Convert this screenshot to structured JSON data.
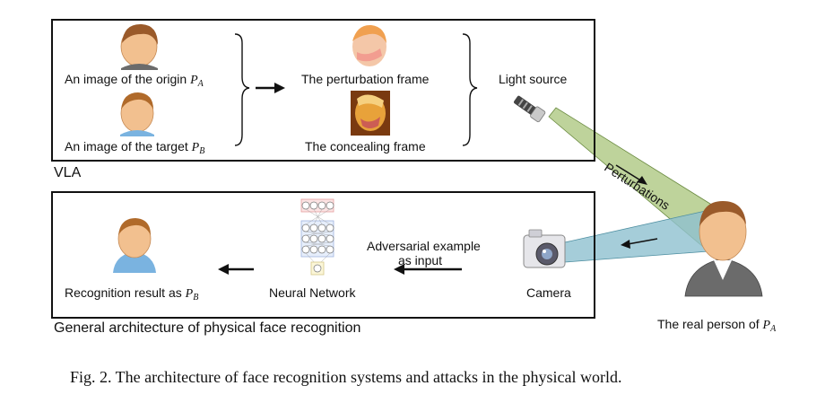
{
  "vla": {
    "box_label": "VLA",
    "origin_text": "An image of the origin",
    "origin_var": "P",
    "origin_sub": "A",
    "target_text": "An image of the target",
    "target_var": "P",
    "target_sub": "B",
    "perturbation_label": "The perturbation frame",
    "concealing_label": "The concealing frame",
    "light_source_label": "Light source"
  },
  "middle": {
    "perturbations_label": "Perturbations",
    "real_person_text": "The real person of",
    "real_person_var": "P",
    "real_person_sub": "A"
  },
  "recognition": {
    "box_label": "General architecture of physical face recognition",
    "result_text": "Recognition result as",
    "result_var": "P",
    "result_sub": "B",
    "network_label": "Neural Network",
    "adversarial_line1": "Adversarial example",
    "adversarial_line2": "as input",
    "camera_label": "Camera"
  },
  "caption": "Fig. 2.  The architecture of face recognition systems and attacks in the physical world.",
  "colors": {
    "beam_green": "#a8c47a",
    "beam_blue": "#8fc0d0",
    "skin": "#f2c08f",
    "hair": "#9a5a2a",
    "shirt_blue": "#7ab3e0",
    "suit_gray": "#6b6b6b"
  }
}
